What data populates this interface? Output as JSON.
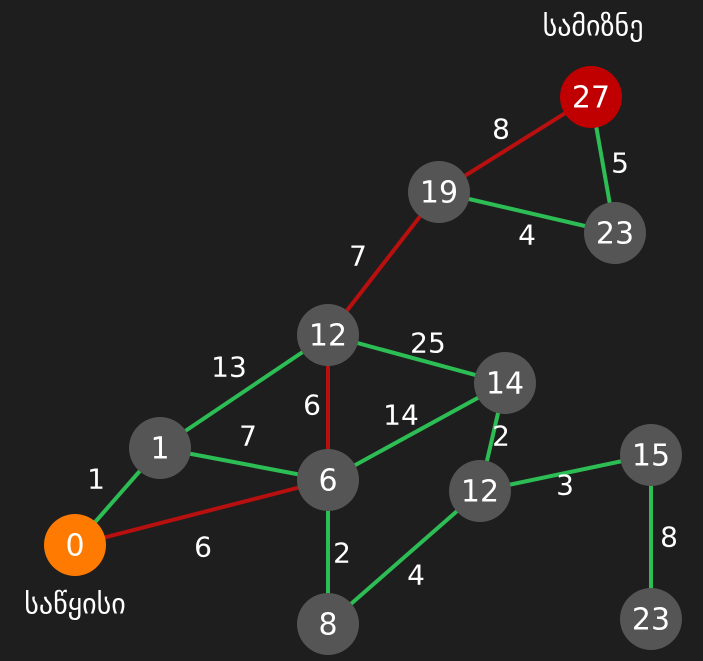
{
  "graph": {
    "colors": {
      "background": "#1e1e1e",
      "node_default": "#555555",
      "node_start": "#ff7a00",
      "node_end": "#c00000",
      "edge_default": "#2dbd55",
      "edge_path": "#b80f0f",
      "text": "#ffffff"
    },
    "start_caption": "საწყისი",
    "end_caption": "სამიზნე",
    "nodes": [
      {
        "id": "start",
        "label": "0",
        "kind": "start"
      },
      {
        "id": "a",
        "label": "1",
        "kind": "default"
      },
      {
        "id": "b",
        "label": "6",
        "kind": "default"
      },
      {
        "id": "c",
        "label": "12",
        "kind": "default"
      },
      {
        "id": "d",
        "label": "19",
        "kind": "default"
      },
      {
        "id": "end",
        "label": "27",
        "kind": "end"
      },
      {
        "id": "e",
        "label": "23",
        "kind": "default"
      },
      {
        "id": "f",
        "label": "14",
        "kind": "default"
      },
      {
        "id": "g",
        "label": "12",
        "kind": "default"
      },
      {
        "id": "h",
        "label": "15",
        "kind": "default"
      },
      {
        "id": "i",
        "label": "23",
        "kind": "default"
      },
      {
        "id": "j",
        "label": "8",
        "kind": "default"
      }
    ],
    "edges": [
      {
        "from": "start",
        "to": "a",
        "weight": "1",
        "path": false
      },
      {
        "from": "start",
        "to": "b",
        "weight": "6",
        "path": true
      },
      {
        "from": "a",
        "to": "b",
        "weight": "7",
        "path": false
      },
      {
        "from": "a",
        "to": "c",
        "weight": "13",
        "path": false
      },
      {
        "from": "b",
        "to": "c",
        "weight": "6",
        "path": true
      },
      {
        "from": "b",
        "to": "f",
        "weight": "14",
        "path": false
      },
      {
        "from": "b",
        "to": "j",
        "weight": "2",
        "path": false
      },
      {
        "from": "c",
        "to": "d",
        "weight": "7",
        "path": true
      },
      {
        "from": "c",
        "to": "f",
        "weight": "25",
        "path": false
      },
      {
        "from": "d",
        "to": "end",
        "weight": "8",
        "path": true
      },
      {
        "from": "d",
        "to": "e",
        "weight": "4",
        "path": false
      },
      {
        "from": "end",
        "to": "e",
        "weight": "5",
        "path": false
      },
      {
        "from": "f",
        "to": "g",
        "weight": "2",
        "path": false
      },
      {
        "from": "g",
        "to": "h",
        "weight": "3",
        "path": false
      },
      {
        "from": "g",
        "to": "j",
        "weight": "4",
        "path": false
      },
      {
        "from": "h",
        "to": "i",
        "weight": "8",
        "path": false
      }
    ]
  }
}
